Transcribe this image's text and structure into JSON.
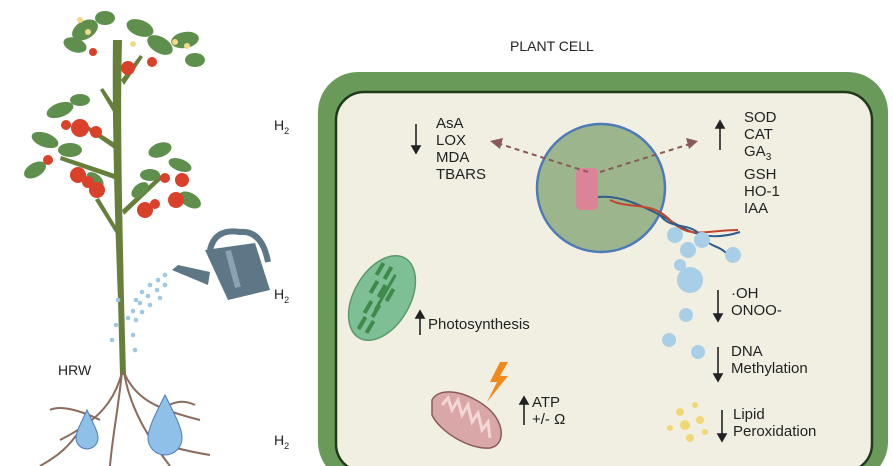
{
  "title": "PLANT CELL",
  "plant": {
    "treatment_label": "HRW",
    "gas_labels": [
      {
        "base": "H",
        "sub": "2"
      },
      {
        "base": "H",
        "sub": "2"
      },
      {
        "base": "H",
        "sub": "2"
      }
    ]
  },
  "decreased_group_1": {
    "direction": "down",
    "items": [
      "AsA",
      "LOX",
      "MDA",
      "TBARS"
    ]
  },
  "increased_group_1": {
    "direction": "up",
    "items": [
      "SOD",
      "CAT",
      "GA3",
      "GSH",
      "HO-1",
      "IAA"
    ],
    "ga_base": "GA",
    "ga_sub": "3"
  },
  "photosynthesis": {
    "direction": "up",
    "label": "Photosynthesis"
  },
  "mitochondria": {
    "direction": "up",
    "line1": "ATP",
    "line2": "+/- Ω"
  },
  "ros": {
    "direction": "down",
    "line1": "·OH",
    "line2": "ONOO-"
  },
  "dna_methylation": {
    "direction": "down",
    "line1": "DNA",
    "line2": "Methylation"
  },
  "lipid": {
    "direction": "down",
    "line1": "Lipid",
    "line2": "Peroxidation"
  },
  "colors": {
    "cell_wall": "#6a9a5a",
    "cytoplasm": "#f1efe2",
    "nucleus": "#9db58c",
    "nucleus_border": "#4d7bb8",
    "chromatin": "#e87a9a",
    "chloroplast": "#7fbf95",
    "mito": "#d9a7a7",
    "tomato": "#d9412b",
    "leaf": "#5e8c4a",
    "stem": "#5f7a3a",
    "water": "#8fc1e8",
    "can": "#5a7585",
    "dashed_arrow": "#8a5a5a"
  }
}
